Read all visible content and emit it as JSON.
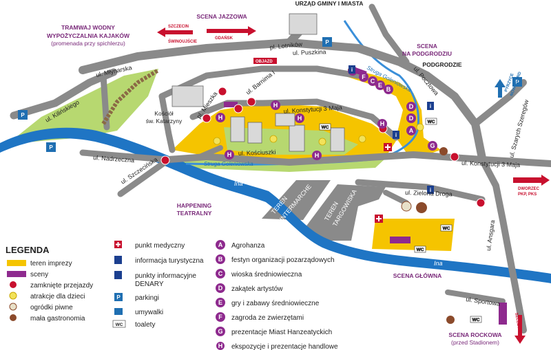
{
  "streets": {
    "mlynarska": "ul. Młynarska",
    "kilinskiego": "ul. Kilińskiego",
    "nadrzeczna": "ul. Nadrzeczna",
    "szczecinska": "ul. Szczecińska",
    "lotnikow": "pl. Lotników",
    "puszkina": "ul. Puszkina",
    "barnima": "ul. Barnima I",
    "mieszka": "pl. Mieszka",
    "konstytucji_inner": "ul. Konstytucji 3 Maja",
    "kosciuszki": "ul. Kościuszki",
    "poczta": "ul. Pocztowa",
    "szarych": "ul. Szarych Szeregów",
    "konstytucji_outer": "ul. Konstytucji 3 Maja",
    "zielona": "ul. Zielona Droga",
    "ansgara": "ul. Ansgara",
    "sportowa": "ul. Sportowa"
  },
  "water": {
    "ina_west": "Ina",
    "ina_east": "Ina",
    "struga_west": "Struga Goleniowska",
    "struga_east": "Struga Goleniowska"
  },
  "places": {
    "tramwaj_1": "TRAMWAJ WODNY",
    "tramwaj_2": "WYPOŻYCZALNIA KAJAKÓW",
    "tramwaj_3": "(promenada przy spichlerzu)",
    "jazz": "SCENA JAZZOWA",
    "urzad": "URZĄD GMINY I MIASTA",
    "podgrodzie_1": "SCENA",
    "podgrodzie_2": "NA PODGRODZIU",
    "podgrodzie_area": "PODGRODZIE",
    "kosciol_1": "Kościół",
    "kosciol_2": "św. Katarzyny",
    "happening_1": "HAPPENING",
    "happening_2": "TEATRALNY",
    "glowna": "SCENA GŁÓWNA",
    "rockowa_1": "SCENA ROCKOWA",
    "rockowa_2": "(przed Stadionem)",
    "intermarche_1": "TEREN",
    "intermarche_2": "INTERMARCHE",
    "targowisko_1": "TEREN",
    "targowisko_2": "TARGOWISKA"
  },
  "signs": {
    "szczecin_1": "SZCZECIN",
    "szczecin_2": "ŚWINOUJŚCIE",
    "gdansk": "GDAŃSK",
    "objazd": "OBJAZD",
    "pyrzyce_1": "PYRZYCE",
    "pyrzyce_2": "NOWOGARD",
    "dworzec_1": "DWORZEC",
    "dworzec_2": "PKP, PKS",
    "szczecin_south": "SZCZECIN"
  },
  "map_letters": {
    "f": "F",
    "c": "C",
    "e": "E",
    "b": "B",
    "d": "D",
    "a": "A",
    "g": "G",
    "h": "H",
    "p": "P",
    "i": "i",
    "wc": "WC"
  },
  "legend": {
    "title": "LEGENDA",
    "col1": [
      "teren imprezy",
      "sceny",
      "zamknięte przejazdy",
      "atrakcje dla dzieci",
      "ogródki piwne",
      "mała gastronomia"
    ],
    "col2": [
      "punkt medyczny",
      "informacja turystyczna",
      "punkty informacyjne",
      "DENARY",
      "parkingi",
      "umywalki",
      "toalety"
    ],
    "col3_letters": [
      "A",
      "B",
      "C",
      "D",
      "E",
      "F",
      "G",
      "H"
    ],
    "col3": [
      "Agrohanza",
      "festyn organizacji pozarządowych",
      "wioska średniowieczna",
      "zakątek artystów",
      "gry i zabawy średniowieczne",
      "zagroda ze zwierzętami",
      "prezentacje Miast Hanzeatyckich",
      "ekspozycje i prezentacje handlowe"
    ]
  },
  "colors": {
    "road": "#8a8a8a",
    "event": "#f5c400",
    "stage": "#8e2a8e",
    "river": "#1f75c4",
    "park": "#b7d870",
    "closed": "#c8102e",
    "parking": "#1f6fb2"
  }
}
